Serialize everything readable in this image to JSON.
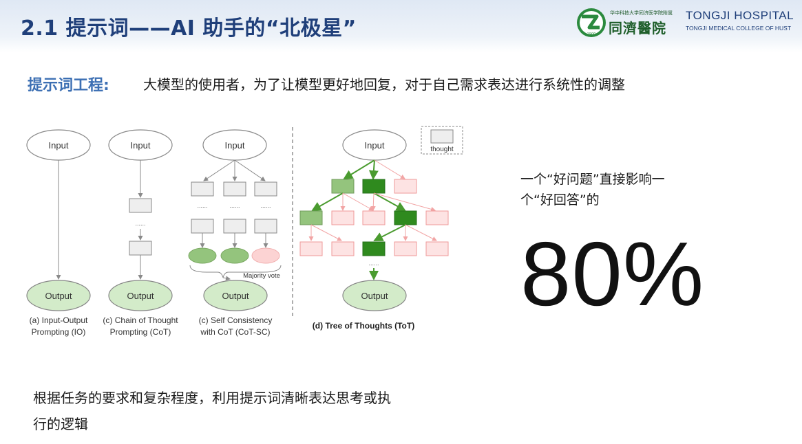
{
  "slide": {
    "title": "2.1 提示词——AI 助手的“北极星”",
    "logo": {
      "university": "华中科技大学同济医学院附属",
      "cn_name": "同濟醫院",
      "en_name": "TONGJI HOSPITAL",
      "en_college": "TONGJI MEDICAL COLLEGE OF HUST",
      "year": "1900"
    },
    "definition": {
      "term": "提示词工程:",
      "text": "大模型的使用者，为了让模型更好地回复，对于自己需求表达进行系统性的调整"
    },
    "side_note_lines": [
      "一个“好问题”直接影响一",
      "个“好回答”的"
    ],
    "big_number": "80%",
    "bottom_text_lines": [
      "根据任务的要求和复杂程度，利用提示词清晰表达思考或执",
      "行的逻辑"
    ]
  },
  "figure": {
    "input_label": "Input",
    "output_label": "Output",
    "dots": "......",
    "legend_label": "thought",
    "majority_vote": "Majority vote",
    "captions": {
      "io": [
        "(a) Input-Output",
        "Prompting (IO)"
      ],
      "cot": [
        "(c) Chain of Thought",
        "Prompting (CoT)"
      ],
      "cotsc": [
        "(c) Self Consistency",
        "with CoT (CoT-SC)"
      ],
      "tot": "(d) Tree of Thoughts (ToT)"
    },
    "colors": {
      "node_gray": "#eeeeee",
      "node_border": "#888888",
      "green_light": "#94c47d",
      "green_dark": "#2f8a1e",
      "pink_fill": "#fde3e3",
      "pink_border": "#ef9a9a",
      "output_fill": "#d3ebc9"
    }
  }
}
